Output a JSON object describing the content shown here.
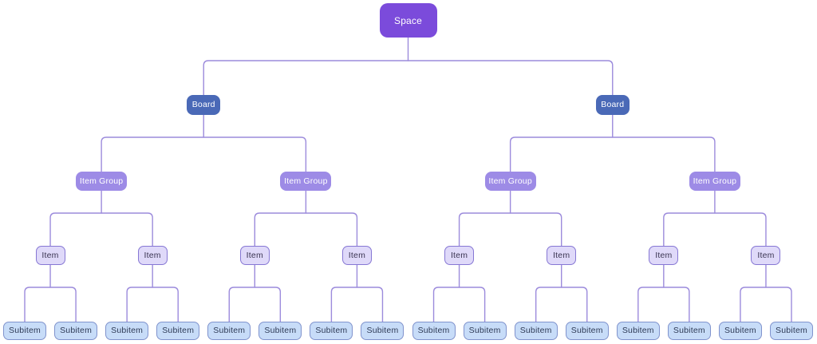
{
  "diagram": {
    "background": "#FFFFFF",
    "connector_color": "#9C8BDC",
    "node_styles": {
      "space": {
        "bg": "#7B4BDB",
        "text_color": "#FFFFFF",
        "border": ""
      },
      "board": {
        "bg": "#4A69B7",
        "text_color": "#FFFFFF",
        "border": ""
      },
      "item_group": {
        "bg": "#9D8BE6",
        "text_color": "#FFFFFF",
        "border": ""
      },
      "item": {
        "bg": "#DFD9F9",
        "text_color": "#3B3552",
        "border": "#8677D4"
      },
      "subitem": {
        "bg": "#C7DCF8",
        "text_color": "#2E3A55",
        "border": "#8093CD"
      }
    },
    "tree": {
      "type": "space",
      "label": "Space",
      "children": [
        {
          "type": "board",
          "label": "Board",
          "children": [
            {
              "type": "item_group",
              "label": "Item Group",
              "children": [
                {
                  "type": "item",
                  "label": "Item",
                  "children": [
                    {
                      "type": "subitem",
                      "label": "Subitem"
                    },
                    {
                      "type": "subitem",
                      "label": "Subitem"
                    }
                  ]
                },
                {
                  "type": "item",
                  "label": "Item",
                  "children": [
                    {
                      "type": "subitem",
                      "label": "Subitem"
                    },
                    {
                      "type": "subitem",
                      "label": "Subitem"
                    }
                  ]
                }
              ]
            },
            {
              "type": "item_group",
              "label": "Item Group",
              "children": [
                {
                  "type": "item",
                  "label": "Item",
                  "children": [
                    {
                      "type": "subitem",
                      "label": "Subitem"
                    },
                    {
                      "type": "subitem",
                      "label": "Subitem"
                    }
                  ]
                },
                {
                  "type": "item",
                  "label": "Item",
                  "children": [
                    {
                      "type": "subitem",
                      "label": "Subitem"
                    },
                    {
                      "type": "subitem",
                      "label": "Subitem"
                    }
                  ]
                }
              ]
            }
          ]
        },
        {
          "type": "board",
          "label": "Board",
          "children": [
            {
              "type": "item_group",
              "label": "Item Group",
              "children": [
                {
                  "type": "item",
                  "label": "Item",
                  "children": [
                    {
                      "type": "subitem",
                      "label": "Subitem"
                    },
                    {
                      "type": "subitem",
                      "label": "Subitem"
                    }
                  ]
                },
                {
                  "type": "item",
                  "label": "Item",
                  "children": [
                    {
                      "type": "subitem",
                      "label": "Subitem"
                    },
                    {
                      "type": "subitem",
                      "label": "Subitem"
                    }
                  ]
                }
              ]
            },
            {
              "type": "item_group",
              "label": "Item Group",
              "children": [
                {
                  "type": "item",
                  "label": "Item",
                  "children": [
                    {
                      "type": "subitem",
                      "label": "Subitem"
                    },
                    {
                      "type": "subitem",
                      "label": "Subitem"
                    }
                  ]
                },
                {
                  "type": "item",
                  "label": "Item",
                  "children": [
                    {
                      "type": "subitem",
                      "label": "Subitem"
                    },
                    {
                      "type": "subitem",
                      "label": "Subitem"
                    }
                  ]
                }
              ]
            }
          ]
        }
      ]
    }
  }
}
